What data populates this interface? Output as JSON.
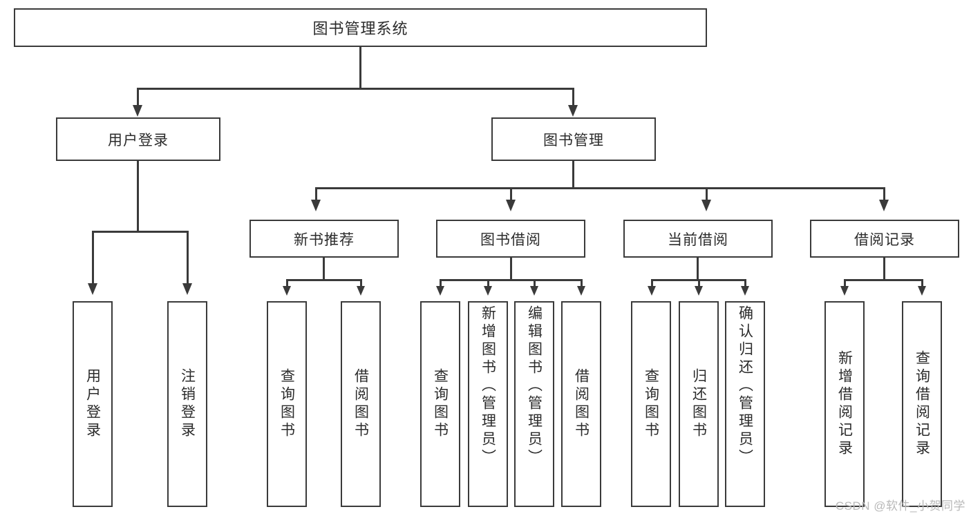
{
  "diagram": {
    "title": "图书管理系统",
    "root": {
      "label": "图书管理系统"
    },
    "level1": [
      {
        "label": "用户登录"
      },
      {
        "label": "图书管理"
      }
    ],
    "level2": [
      {
        "label": "新书推荐"
      },
      {
        "label": "图书借阅"
      },
      {
        "label": "当前借阅"
      },
      {
        "label": "借阅记录"
      }
    ],
    "leaves": {
      "user_login": [
        {
          "label": "用户登录"
        },
        {
          "label": "注销登录"
        }
      ],
      "new_book": [
        {
          "label": "查询图书"
        },
        {
          "label": "借阅图书"
        }
      ],
      "book_borrow": [
        {
          "label": "查询图书"
        },
        {
          "label": "新增图书（管理员）"
        },
        {
          "label": "编辑图书（管理员）"
        },
        {
          "label": "借阅图书"
        }
      ],
      "current_borrow": [
        {
          "label": "查询图书"
        },
        {
          "label": "归还图书"
        },
        {
          "label": "确认归还（管理员）"
        }
      ],
      "borrow_record": [
        {
          "label": "新增借阅记录"
        },
        {
          "label": "查询借阅记录"
        }
      ]
    }
  },
  "watermark": {
    "text": "CSDN @软件_小贺同学"
  },
  "colors": {
    "stroke": "#3a3a3a",
    "text": "#2b2b2b",
    "background": "#ffffff",
    "watermark": "#b9b9b9"
  }
}
